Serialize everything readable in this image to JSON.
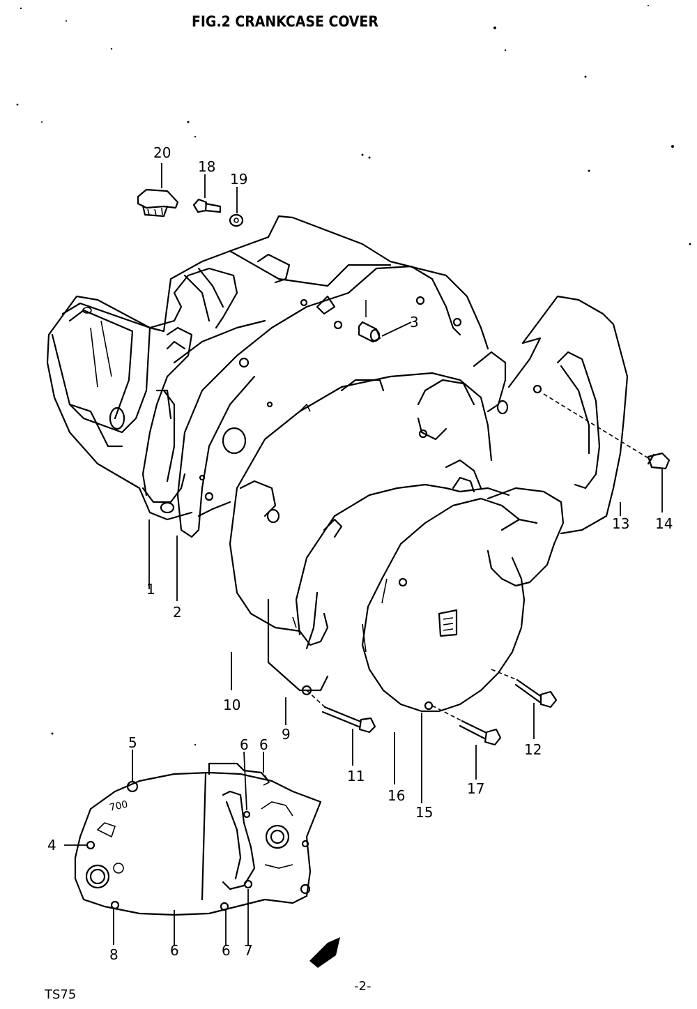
{
  "header": {
    "title": "FIG.2 CRANKCASE COVER"
  },
  "footer": {
    "model": "TS75",
    "page": "-2-"
  },
  "callouts": {
    "c1": "1",
    "c2": "2",
    "c3": "3",
    "c4": "4",
    "c5": "5",
    "c6a": "6",
    "c6b": "6",
    "c6c": "6",
    "c6d": "6",
    "c7": "7",
    "c8": "8",
    "c9": "9",
    "c10": "10",
    "c11": "11",
    "c12": "12",
    "c13": "13",
    "c14": "14",
    "c15": "15",
    "c16": "16",
    "c17": "17",
    "c18": "18",
    "c19": "19",
    "c20": "20"
  },
  "annotations": {
    "inner_mark": "700"
  }
}
